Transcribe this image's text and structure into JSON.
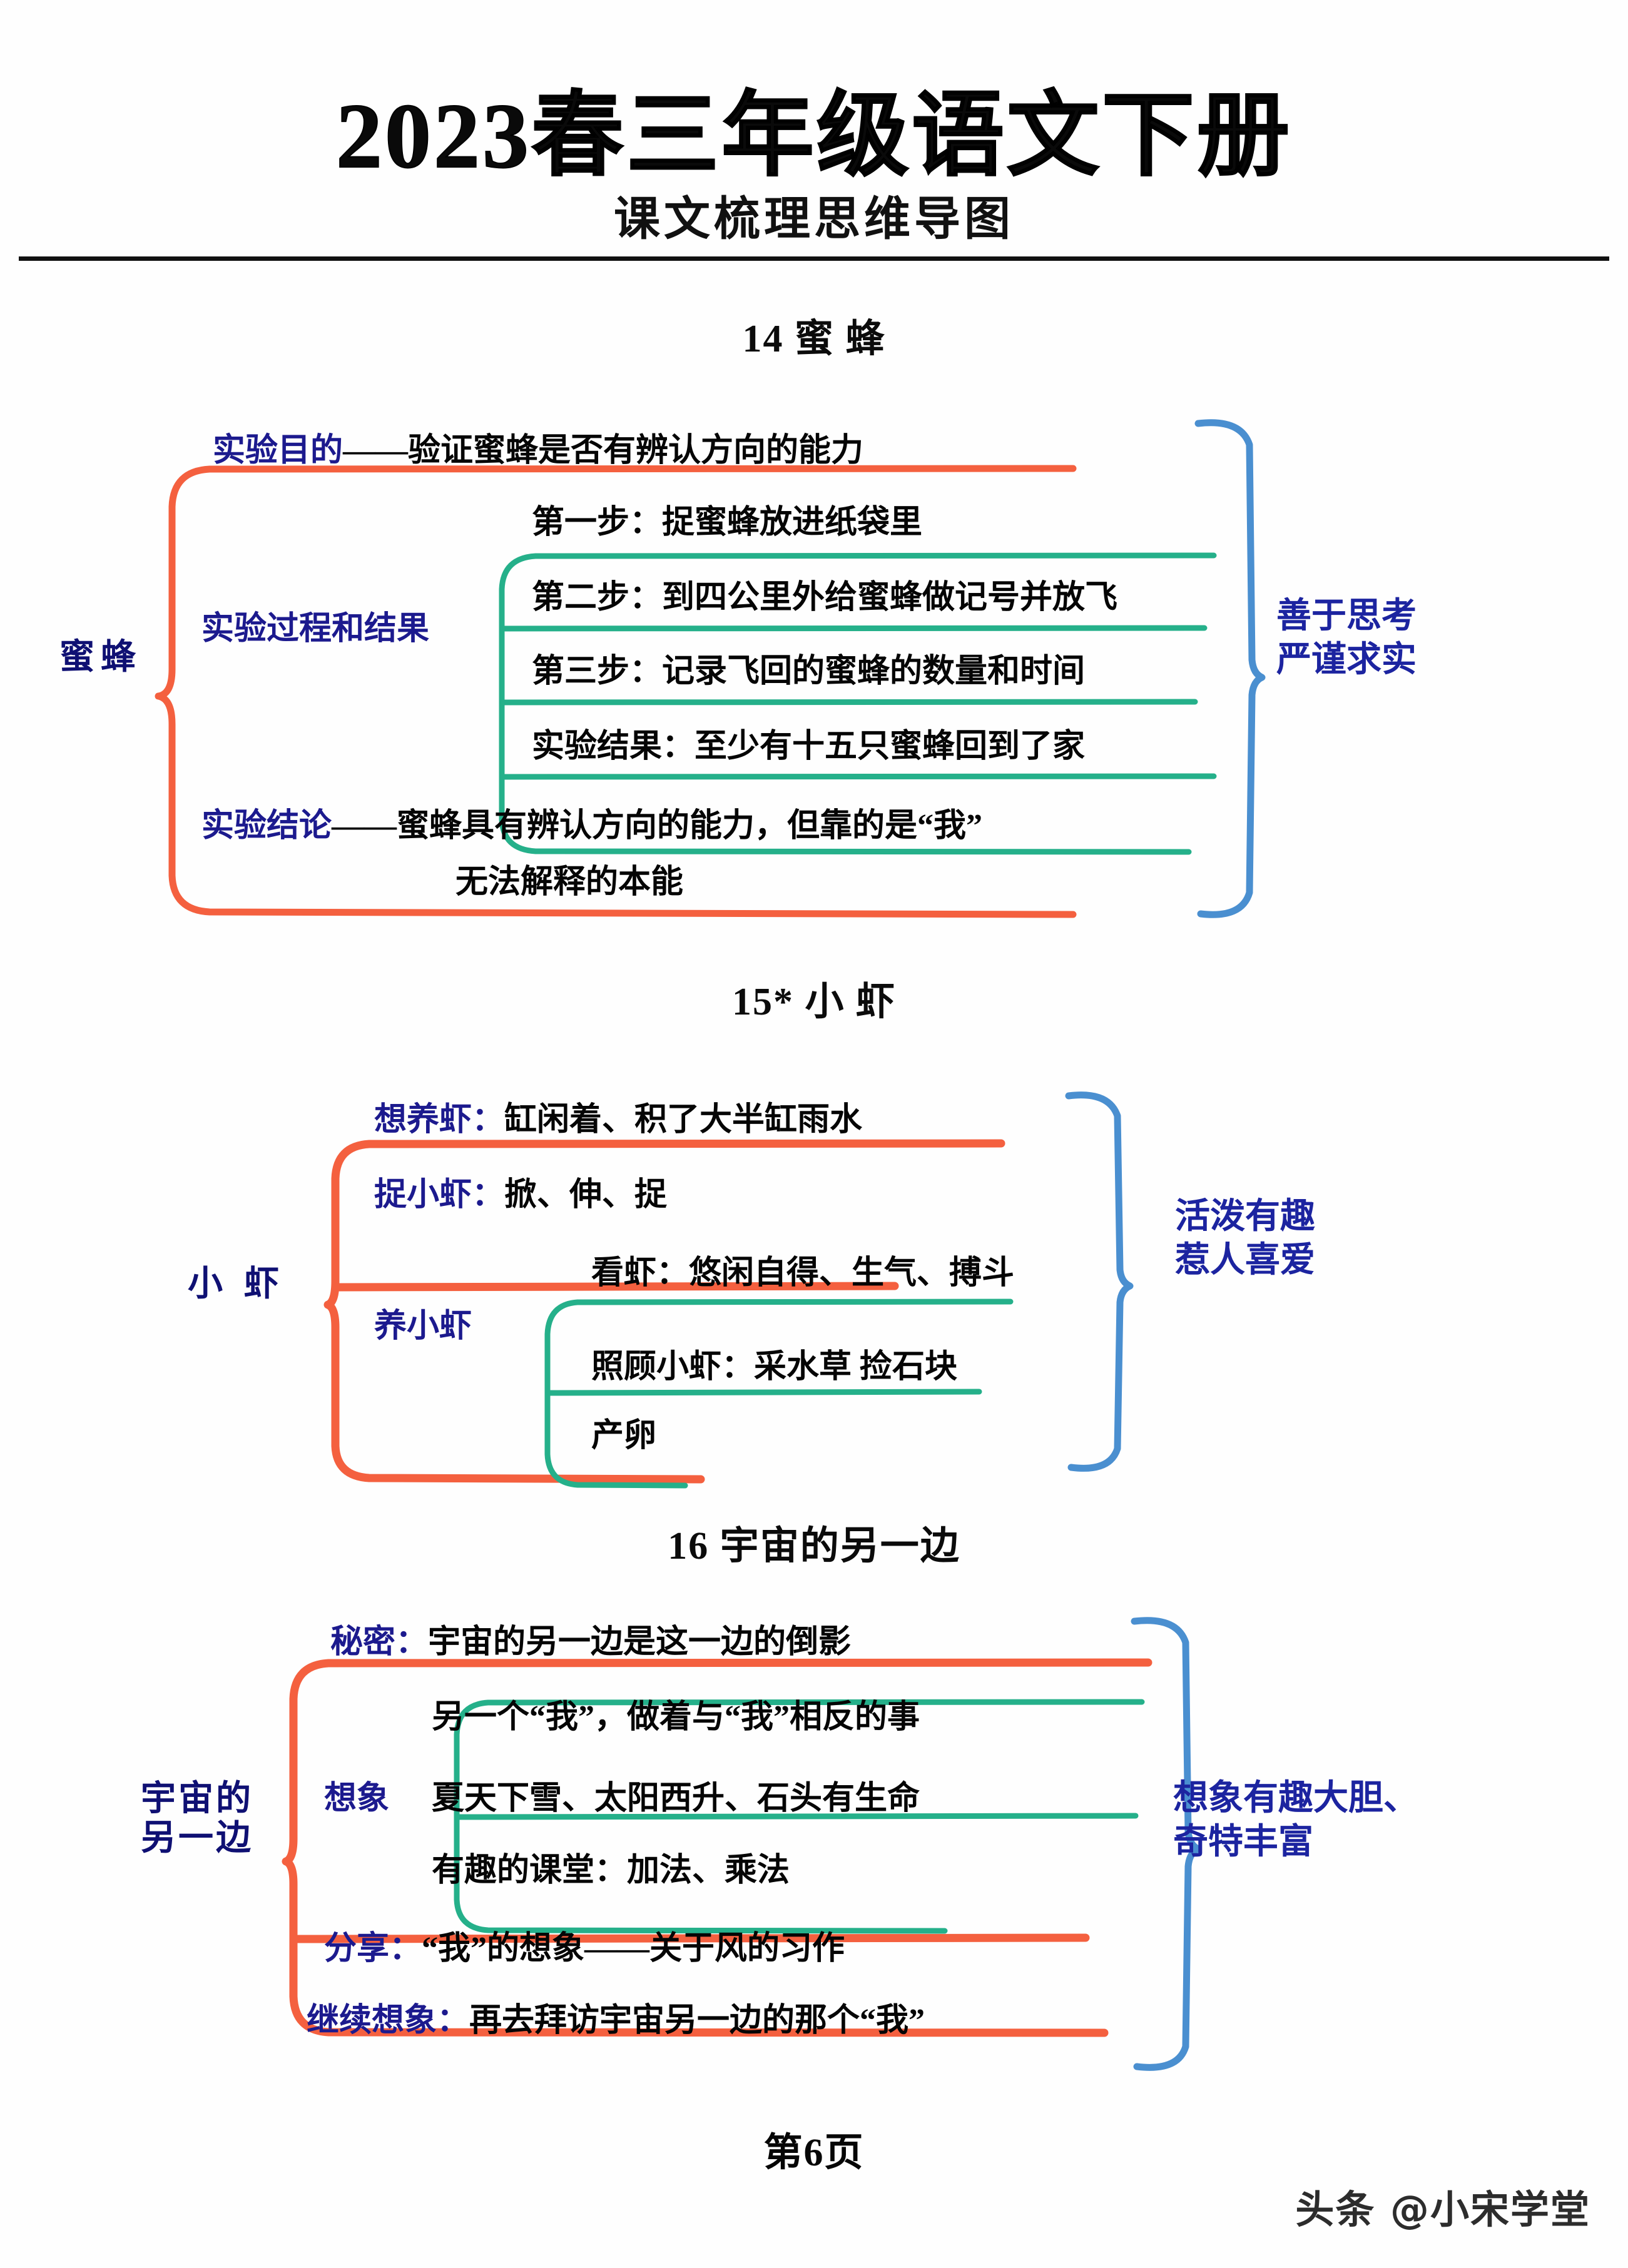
{
  "header": {
    "title": "2023春三年级语文下册",
    "subtitle": "课文梳理思维导图"
  },
  "lessons": [
    {
      "heading": "14  蜜    蜂",
      "root": "蜜蜂",
      "summary": "善于思考\n严谨求实",
      "branches": [
        {
          "label": "实验目的",
          "dash": "——",
          "text": "验证蜜蜂是否有辨认方向的能力"
        },
        {
          "label": "实验过程和结果",
          "items": [
            "第一步：捉蜜蜂放进纸袋里",
            "第二步：到四公里外给蜜蜂做记号并放飞",
            "第三步：记录飞回的蜜蜂的数量和时间",
            "实验结果：至少有十五只蜜蜂回到了家"
          ]
        },
        {
          "label": "实验结论",
          "dash": "——",
          "text": "蜜蜂具有辨认方向的能力，但靠的是“我”",
          "text2": "无法解释的本能"
        }
      ]
    },
    {
      "heading": "15*  小    虾",
      "root": "小  虾",
      "summary": "活泼有趣\n惹人喜爱",
      "branches": [
        {
          "label": "想养虾：",
          "text": "缸闲着、积了大半缸雨水"
        },
        {
          "label": "捉小虾：",
          "text": "掀、伸、捉"
        },
        {
          "label": "养小虾",
          "items": [
            "看虾：悠闲自得、生气、搏斗",
            "照顾小虾：采水草  捡石块",
            "产卵"
          ]
        }
      ]
    },
    {
      "heading": "16  宇宙的另一边",
      "root": "宇宙的\n另一边",
      "summary": "想象有趣大胆、\n奇特丰富",
      "branches": [
        {
          "label": "秘密：",
          "text": "宇宙的另一边是这一边的倒影"
        },
        {
          "label": "想象",
          "items": [
            "另一个“我”，做着与“我”相反的事",
            "夏天下雪、太阳西升、石头有生命",
            "有趣的课堂：加法、乘法"
          ]
        },
        {
          "label": "分享：",
          "text": "“我”的想象——关于风的习作"
        },
        {
          "label": "继续想象：",
          "text": "再去拜访宇宙另一边的那个“我”"
        }
      ]
    }
  ],
  "footer": {
    "page_number": "第6页",
    "watermark": "头条 @小宋学堂"
  },
  "colors": {
    "red_bracket": "#f4603f",
    "green_bracket": "#25b08a",
    "blue_bracket": "#4a8fd0",
    "label_blue": "#1c1a8e",
    "summary_blue": "#1c24a0"
  }
}
